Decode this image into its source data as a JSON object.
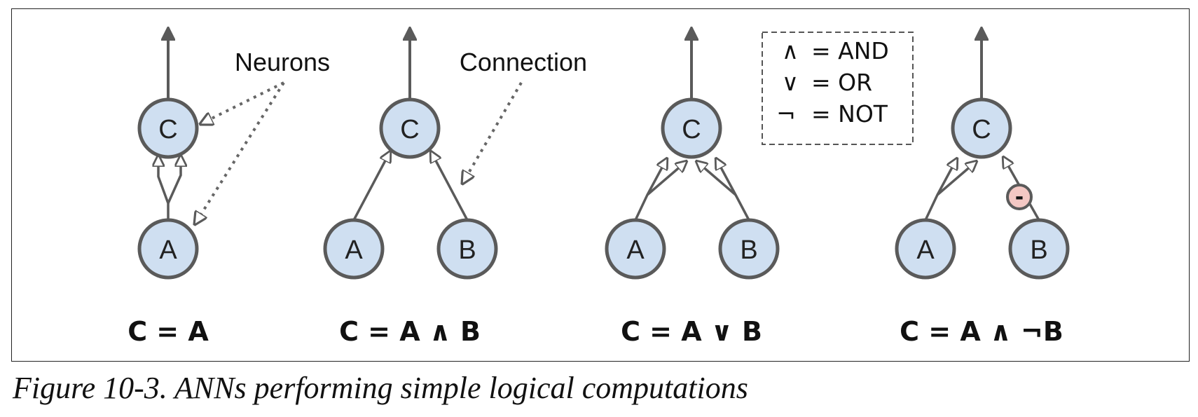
{
  "annotations": {
    "neurons": "Neurons",
    "connection": "Connection"
  },
  "legend": [
    {
      "symbol": "∧",
      "meaning": "= AND"
    },
    {
      "symbol": "∨",
      "meaning": "= OR"
    },
    {
      "symbol": "¬",
      "meaning": "= NOT"
    }
  ],
  "networks": [
    {
      "output": "C",
      "inputs": [
        "A"
      ],
      "formula": "C = A"
    },
    {
      "output": "C",
      "inputs": [
        "A",
        "B"
      ],
      "formula": "C = A ∧ B"
    },
    {
      "output": "C",
      "inputs": [
        "A",
        "B"
      ],
      "formula": "C = A ∨ B"
    },
    {
      "output": "C",
      "inputs": [
        "A",
        "B"
      ],
      "formula": "C = A ∧ ¬B",
      "inhibitory_marker": "-"
    }
  ],
  "caption": "Figure 10-3. ANNs performing simple logical computations",
  "colors": {
    "node_fill": "#cfdff1",
    "node_stroke": "#5a5a5a",
    "inhibit_fill": "#f4c8c4"
  }
}
